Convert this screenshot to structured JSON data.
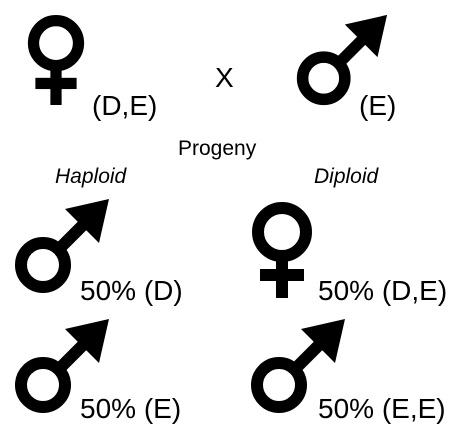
{
  "cross": {
    "female_genotype": "(D,E)",
    "cross_symbol": "X",
    "male_genotype": "(E)"
  },
  "progeny": {
    "heading": "Progeny",
    "haploid": {
      "label": "Haploid",
      "offspring": [
        {
          "sex": "male",
          "text": "50% (D)"
        },
        {
          "sex": "male",
          "text": "50% (E)"
        }
      ]
    },
    "diploid": {
      "label": "Diploid",
      "offspring": [
        {
          "sex": "female",
          "text": "50% (D,E)"
        },
        {
          "sex": "male",
          "text": "50% (E,E)"
        }
      ]
    }
  },
  "symbols": {
    "female": "female-symbol-icon",
    "male": "male-symbol-icon"
  },
  "colors": {
    "ink": "#000000",
    "background": "#ffffff"
  }
}
